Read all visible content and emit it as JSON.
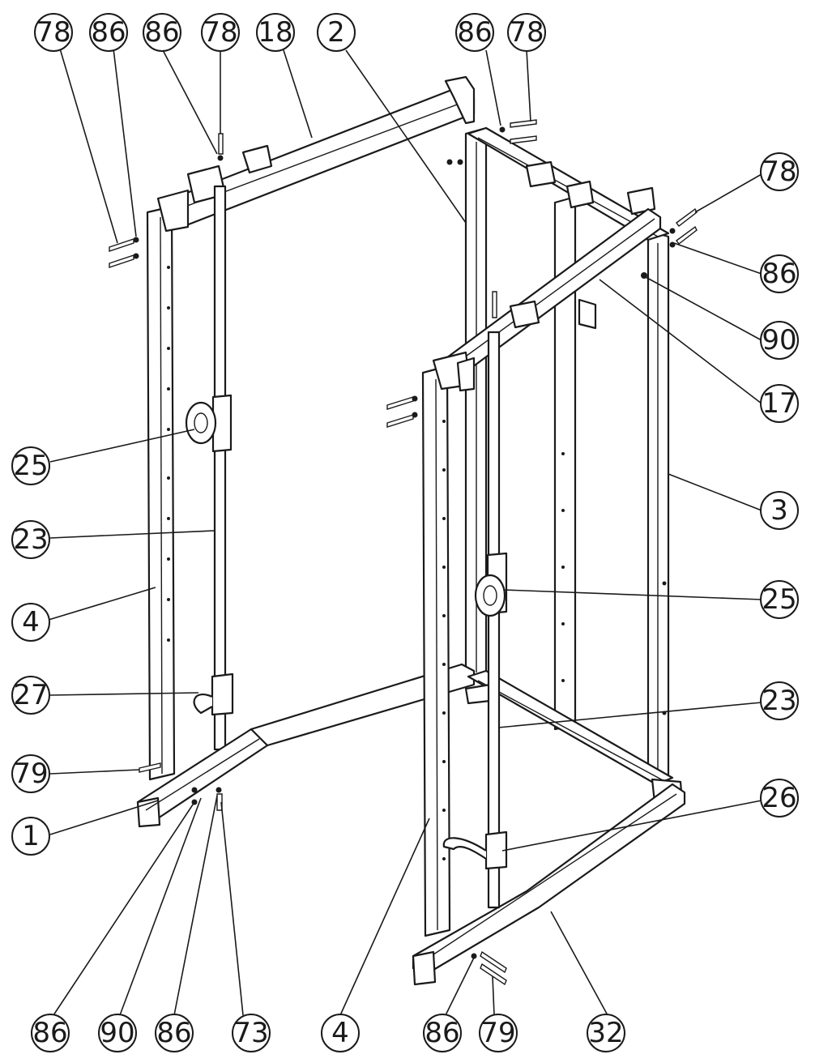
{
  "callouts": [
    {
      "id": "c1",
      "label": "78"
    },
    {
      "id": "c2",
      "label": "86"
    },
    {
      "id": "c3",
      "label": "86"
    },
    {
      "id": "c4",
      "label": "78"
    },
    {
      "id": "c5",
      "label": "18"
    },
    {
      "id": "c6",
      "label": "2"
    },
    {
      "id": "c7",
      "label": "86"
    },
    {
      "id": "c8",
      "label": "78"
    },
    {
      "id": "c9",
      "label": "78"
    },
    {
      "id": "c10",
      "label": "86"
    },
    {
      "id": "c11",
      "label": "90"
    },
    {
      "id": "c12",
      "label": "17"
    },
    {
      "id": "c13",
      "label": "25"
    },
    {
      "id": "c14",
      "label": "23"
    },
    {
      "id": "c15",
      "label": "3"
    },
    {
      "id": "c16",
      "label": "4"
    },
    {
      "id": "c17",
      "label": "25"
    },
    {
      "id": "c18",
      "label": "27"
    },
    {
      "id": "c19",
      "label": "23"
    },
    {
      "id": "c20",
      "label": "79"
    },
    {
      "id": "c21",
      "label": "26"
    },
    {
      "id": "c22",
      "label": "1"
    },
    {
      "id": "c23",
      "label": "86"
    },
    {
      "id": "c24",
      "label": "90"
    },
    {
      "id": "c25",
      "label": "86"
    },
    {
      "id": "c26",
      "label": "73"
    },
    {
      "id": "c27",
      "label": "4"
    },
    {
      "id": "c28",
      "label": "86"
    },
    {
      "id": "c29",
      "label": "79"
    },
    {
      "id": "c30",
      "label": "32"
    }
  ]
}
